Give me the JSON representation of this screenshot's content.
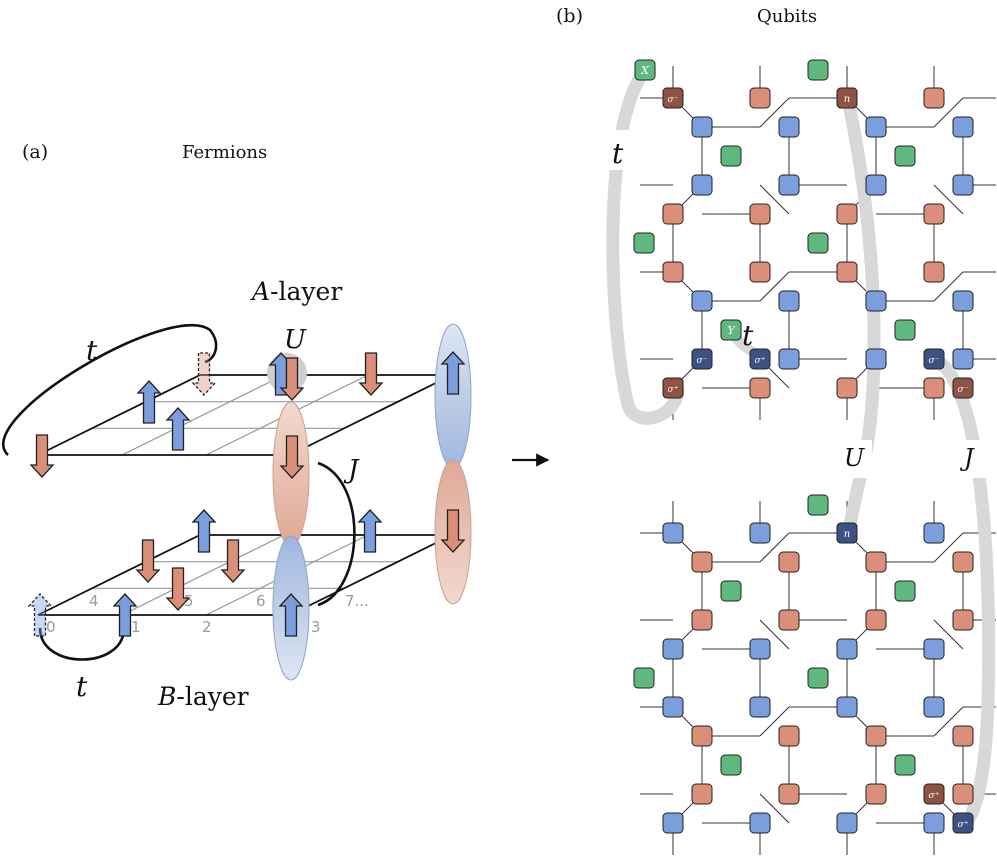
{
  "panel_a": {
    "label": "(a)",
    "title": "Fermions",
    "layer_a_var": "A",
    "layer_a_suffix": "-layer",
    "layer_b_var": "B",
    "layer_b_suffix": "-layer",
    "hop_top": "t",
    "hop_bottom": "t",
    "onsite": "U",
    "interlayer": "J",
    "site_labels": [
      "0",
      "1",
      "2",
      "3",
      "4",
      "5",
      "6",
      "7..."
    ]
  },
  "panel_b": {
    "label": "(b)",
    "title": "Qubits",
    "link_t_left": "t",
    "link_t_mid": "t",
    "link_u": "U",
    "link_j": "J",
    "tile_labels": {
      "x": "X",
      "y": "Y",
      "n_top": "n",
      "n_bot": "n",
      "sigma_minus": "σ⁻",
      "sigma_plus": "σ⁺"
    }
  },
  "colors": {
    "up_spin": "#7a9fdc",
    "down_spin": "#dc8f78",
    "stabilizer": "#5fb97f",
    "dark_red": "#8e5343",
    "dark_blue": "#3d5283",
    "link": "#d5d5d5"
  }
}
